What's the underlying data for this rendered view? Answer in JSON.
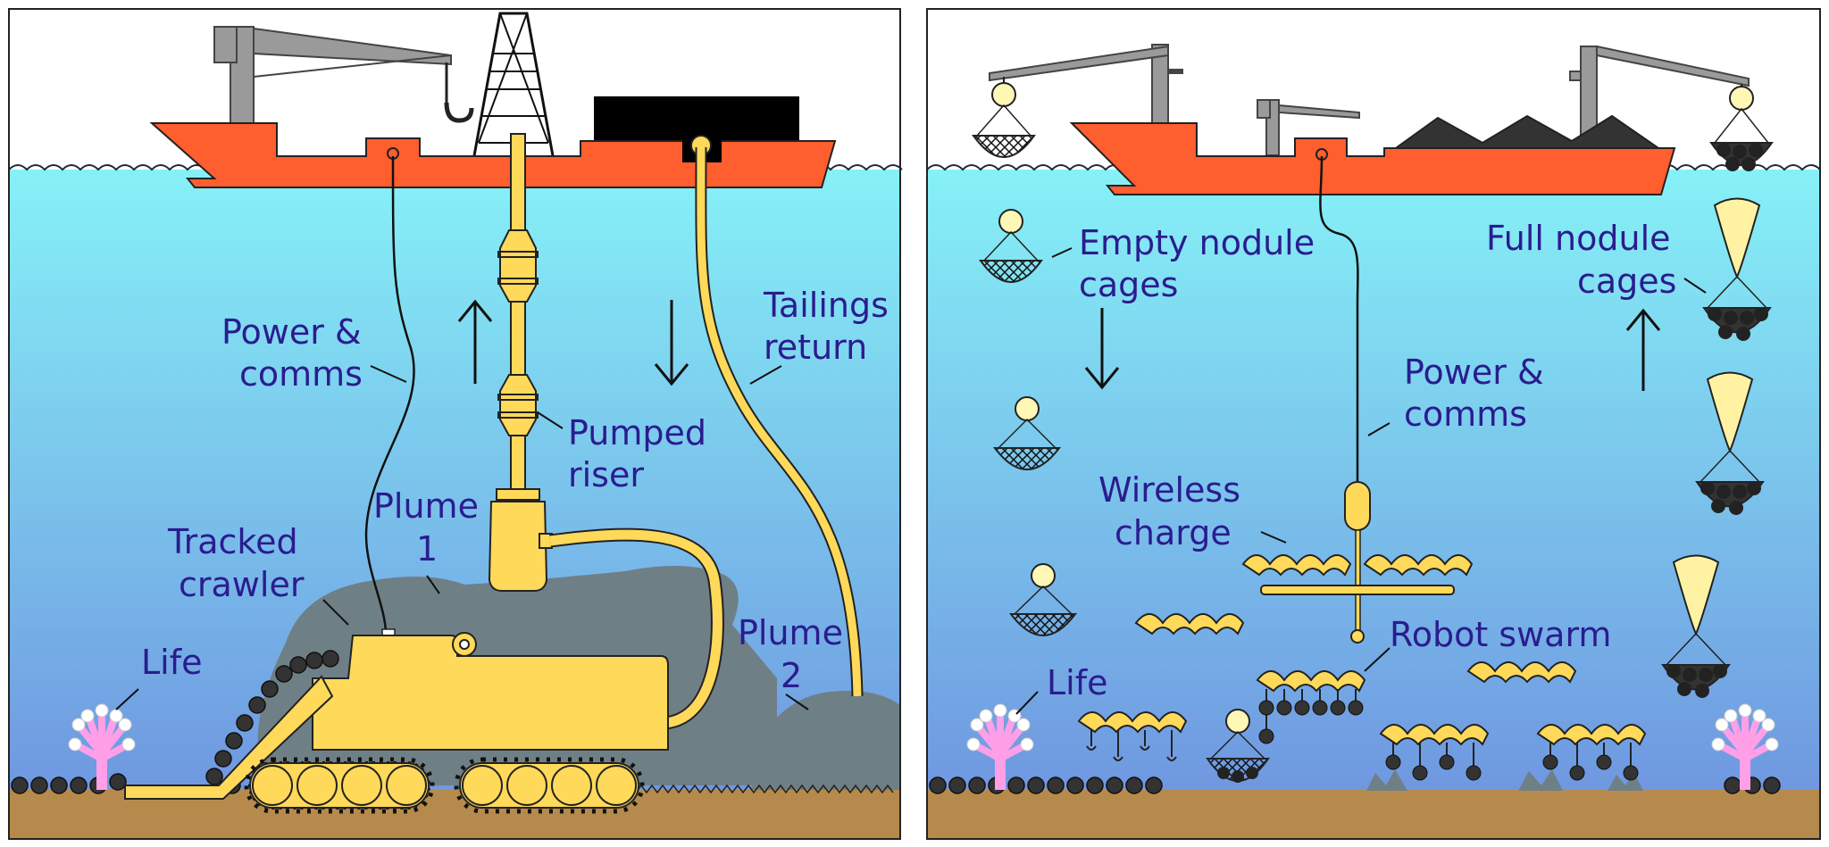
{
  "colors": {
    "sky": "#ffffff",
    "water_top": "#86f1f7",
    "water_bottom": "#6f97e0",
    "ship": "#ff5e2e",
    "yellow": "#ffd95a",
    "seabed": "#b68a4c",
    "plume": "#6f7f86",
    "label": "#2a1c8f",
    "nodule": "#333333",
    "crane": "#9a9a9a",
    "life": "#ff9fe8"
  },
  "left_panel": {
    "labels": {
      "power_comms_1": "Power &",
      "power_comms_2": "comms",
      "tailings_1": "Tailings",
      "tailings_2": "return",
      "pumped_1": "Pumped",
      "pumped_2": "riser",
      "plume1_1": "Plume",
      "plume1_2": "1",
      "crawler_1": "Tracked",
      "crawler_2": "crawler",
      "life": "Life",
      "plume2_1": "Plume",
      "plume2_2": "2"
    }
  },
  "right_panel": {
    "labels": {
      "empty_1": "Empty nodule",
      "empty_2": "cages",
      "full_1": "Full nodule",
      "full_2": "cages",
      "power_comms_1": "Power &",
      "power_comms_2": "comms",
      "wireless_1": "Wireless",
      "wireless_2": "charge",
      "robot": "Robot swarm",
      "life": "Life"
    }
  }
}
